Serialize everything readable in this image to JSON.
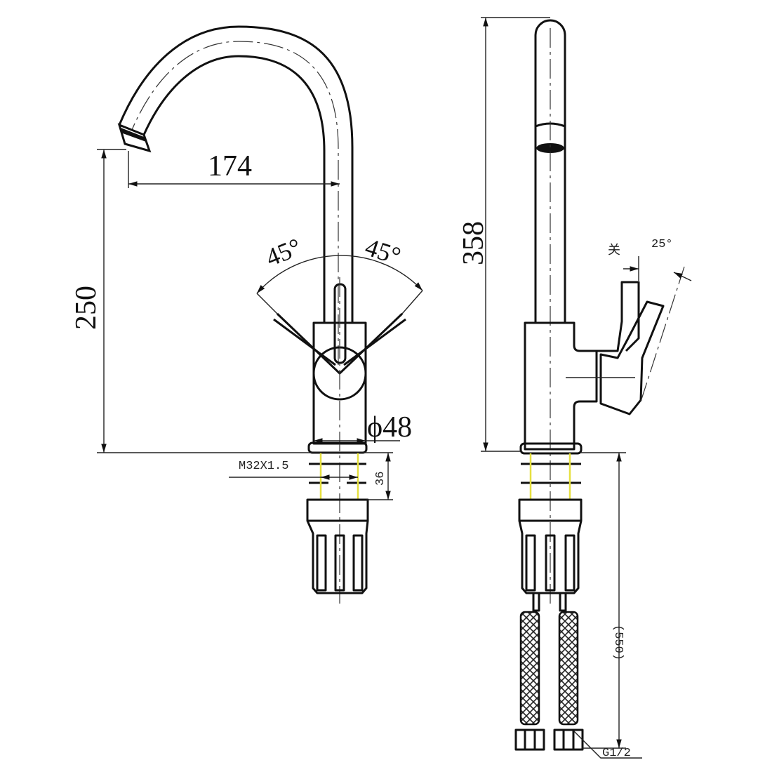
{
  "drawing": {
    "front_view": {
      "spout_reach": "174",
      "spout_height": "250",
      "handle_angle_left": "45°",
      "handle_angle_right": "45°",
      "body_diameter": "ϕ48",
      "thread_spec": "M32X1.5",
      "thread_length": "36"
    },
    "side_view": {
      "total_height": "358",
      "off_label": "关",
      "handle_tilt": "25°",
      "hose_length": "(550)",
      "hose_connector": "G1/2"
    },
    "colors": {
      "line": "#111111",
      "thread_highlight": "#e6e040"
    }
  }
}
